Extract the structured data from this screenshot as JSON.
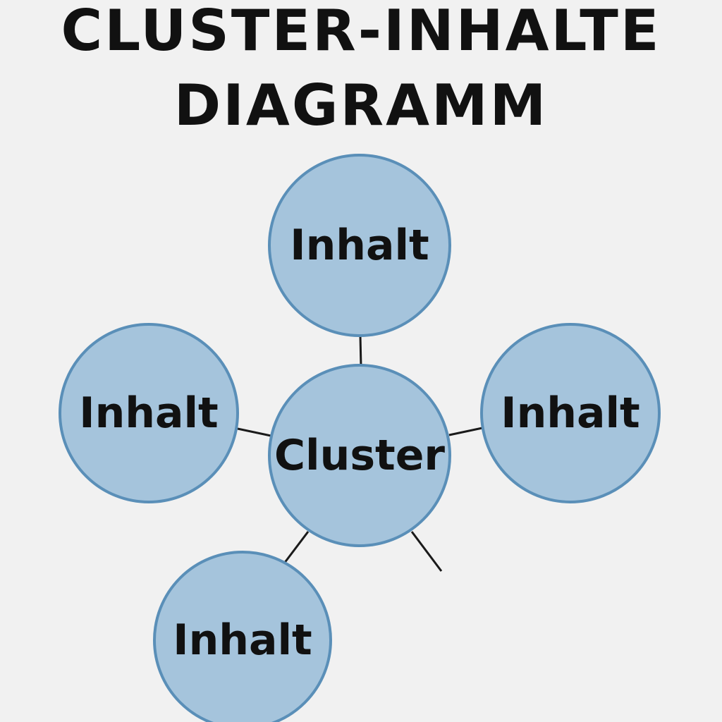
{
  "title": {
    "line1": "CLUSTER-INHALTE",
    "line2": "DIAGRAMM"
  },
  "diagram": {
    "center": {
      "label": "Cluster"
    },
    "nodes": [
      {
        "label": "Inhalt"
      },
      {
        "label": "Inhalt"
      },
      {
        "label": "Inhalt"
      },
      {
        "label": "Inhalt"
      }
    ]
  },
  "colors": {
    "node_fill": "#a5c4dc",
    "node_stroke": "#5a8fb8",
    "edge": "#1a1a1a",
    "text": "#111111",
    "background": "#f1f1f1"
  }
}
